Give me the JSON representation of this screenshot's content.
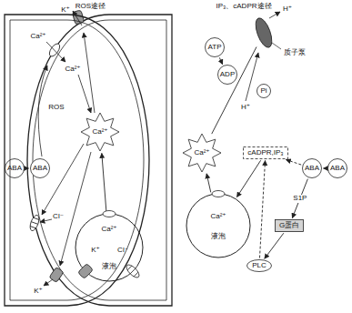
{
  "diagram": {
    "nodes": [
      {
        "text": [
          "ROS途径"
        ]
      },
      {
        "text": [
          "ABA"
        ]
      },
      {
        "text": [
          "ABA"
        ],
        "in": 0
      },
      {
        "text": [
          "Ca²⁺"
        ],
        "in": 0
      },
      {
        "text": [
          "Ca²⁺",
          "K⁺",
          "Cl⁻",
          "液泡"
        ],
        "in": 0
      },
      {
        "text": [
          "IP₃、cADPR途径"
        ]
      },
      {
        "text": [
          "质子泵"
        ],
        "in": 5
      },
      {
        "text": [
          "ATP"
        ],
        "in": 5
      },
      {
        "text": [
          "ADP"
        ],
        "in": 5
      },
      {
        "text": [
          "Pi"
        ],
        "in": 5
      },
      {
        "text": [
          "Ca²⁺"
        ],
        "in": 5
      },
      {
        "text": [
          "cADPR,IP₃"
        ],
        "in": 5
      },
      {
        "text": [
          "ABA"
        ],
        "in": 5
      },
      {
        "text": [
          "ABA"
        ]
      },
      {
        "text": [
          "G蛋白"
        ],
        "in": 5
      },
      {
        "text": [
          "PLC"
        ],
        "in": 5
      },
      {
        "text": [
          "Ca²⁺",
          "液泡"
        ],
        "in": 5
      }
    ],
    "edges": [
      {
        "from": 1,
        "to": 2,
        "arrow": "to"
      },
      {
        "from": 4,
        "to": 3,
        "arrow": "to"
      },
      {
        "from": 7,
        "to": 8,
        "arrow": "to"
      },
      {
        "from": 10,
        "to": 6,
        "arrow": "none"
      },
      {
        "from": 13,
        "to": 12,
        "arrow": "to"
      },
      {
        "from": 12,
        "to": 11,
        "arrow": "to"
      },
      {
        "from": 12,
        "to": 14,
        "arrow": "to",
        "label": "S1P"
      },
      {
        "from": 14,
        "to": 15,
        "arrow": "to"
      },
      {
        "from": 15,
        "to": 11,
        "arrow": "to"
      },
      {
        "from": 11,
        "to": 16,
        "arrow": "to"
      },
      {
        "from": 16,
        "to": 10,
        "arrow": "to"
      }
    ],
    "labels": [
      "K⁺",
      "Ca²⁺",
      "Ca²⁺",
      "ROS",
      "Cl⁻",
      "K⁺",
      "H⁺",
      "H⁺"
    ]
  }
}
